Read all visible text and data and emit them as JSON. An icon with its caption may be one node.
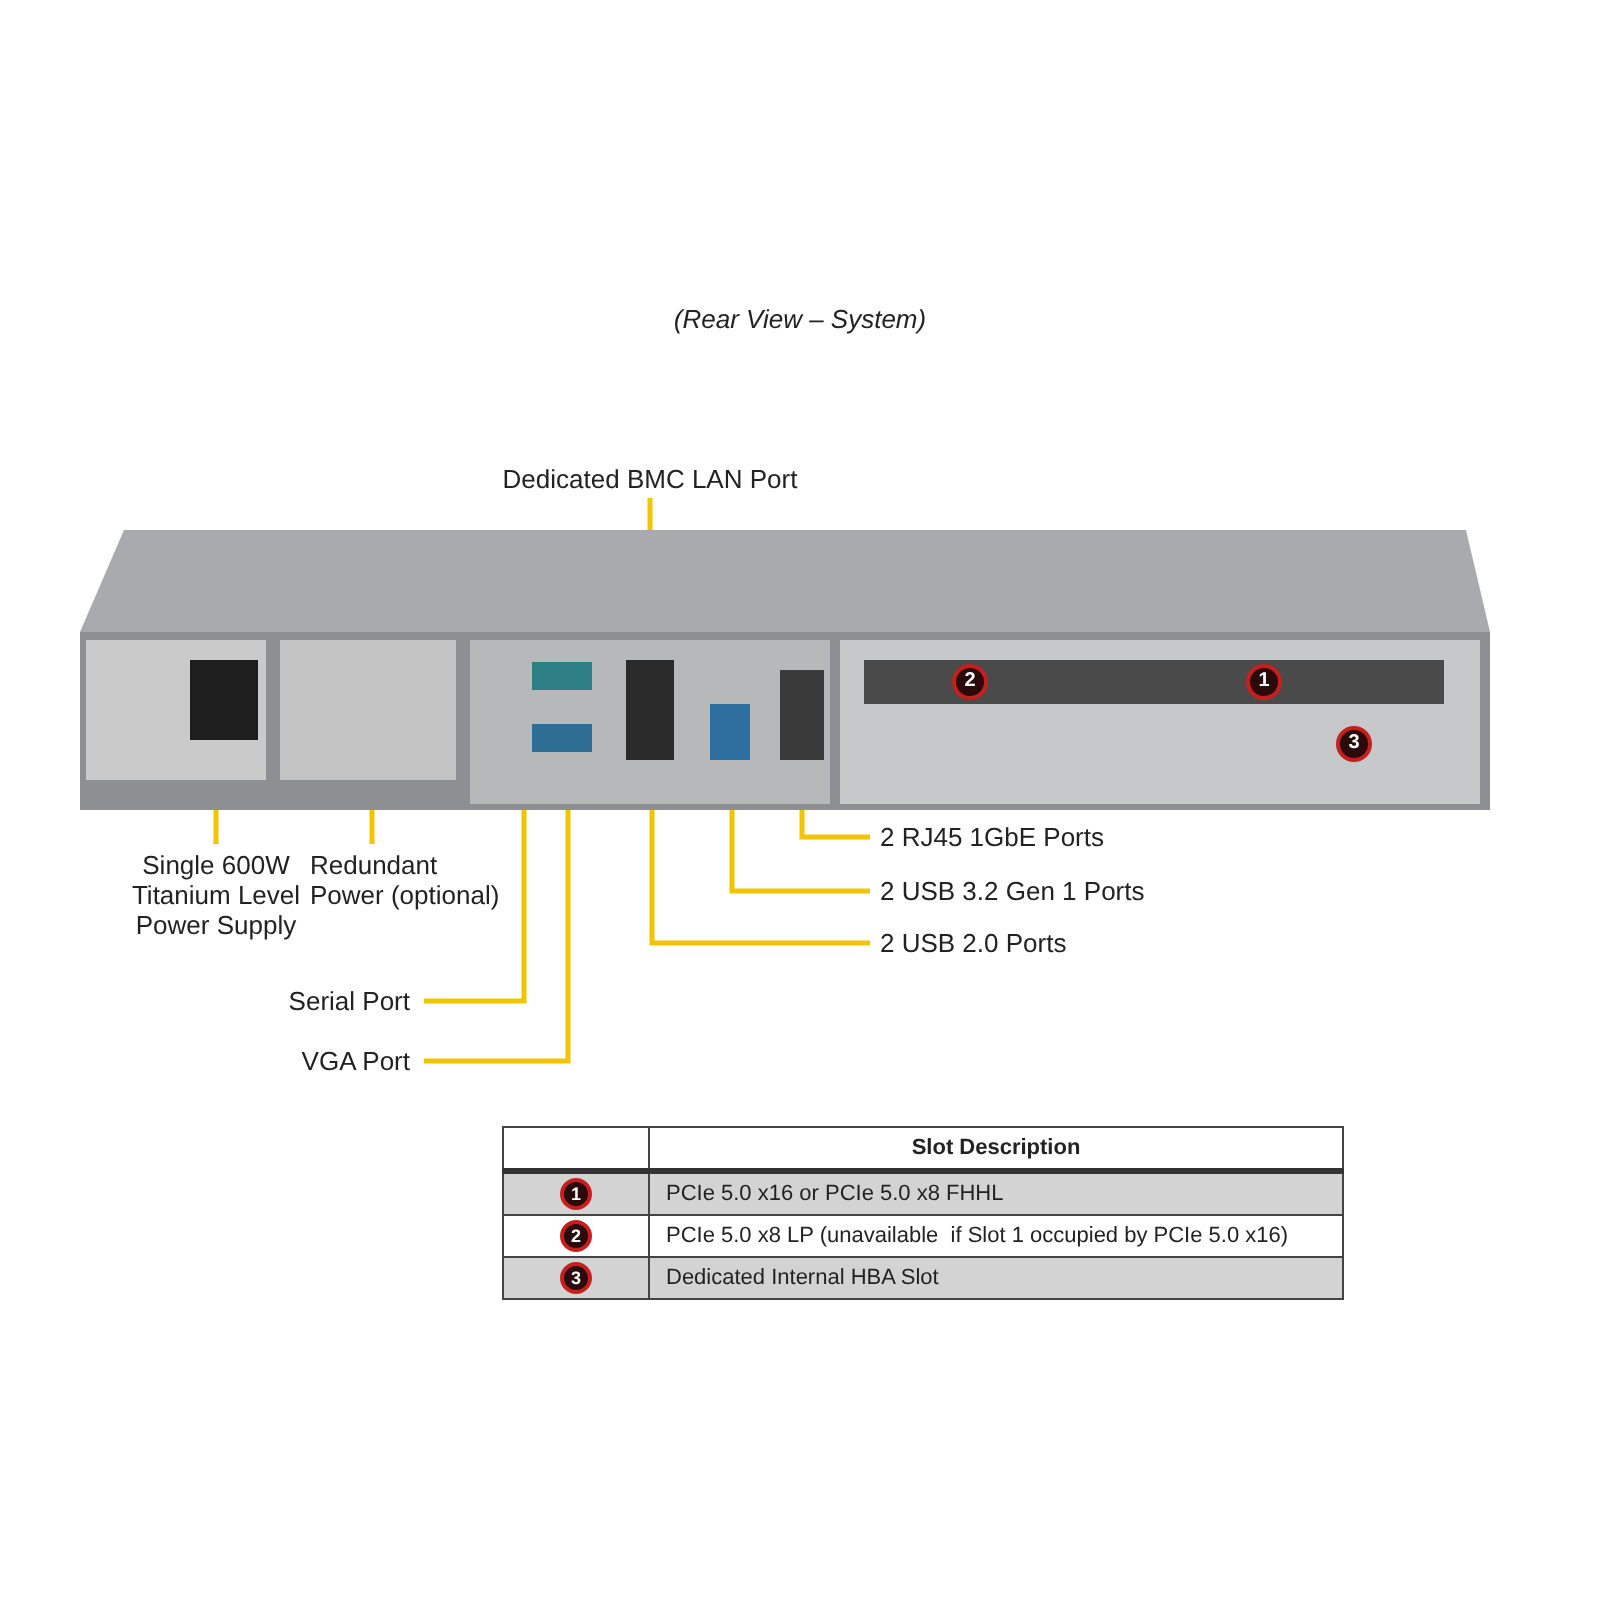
{
  "diagram": {
    "title": "(Rear View – System)",
    "nodes": [
      {
        "text": [],
        "shape": "picture"
      },
      {
        "text": [
          "Dedicated BMC LAN Port"
        ]
      },
      {
        "text": [
          "Single 600W Titanium Level Power Supply"
        ]
      },
      {
        "text": [
          "Redundant Power (optional)"
        ]
      },
      {
        "text": [
          "2 RJ45 1GbE Ports"
        ]
      },
      {
        "text": [
          "2 USB 3.2 Gen 1 Ports"
        ]
      },
      {
        "text": [
          "2 USB 2.0 Ports"
        ]
      },
      {
        "text": [
          "Serial Port"
        ]
      },
      {
        "text": [
          "VGA Port"
        ]
      }
    ],
    "edges": [
      {
        "from": 1,
        "to": 0,
        "arrow": "none"
      },
      {
        "from": 2,
        "to": 0,
        "arrow": "none"
      },
      {
        "from": 3,
        "to": 0,
        "arrow": "none"
      },
      {
        "from": 4,
        "to": 0,
        "arrow": "none"
      },
      {
        "from": 5,
        "to": 0,
        "arrow": "none"
      },
      {
        "from": 6,
        "to": 0,
        "arrow": "none"
      },
      {
        "from": 7,
        "to": 0,
        "arrow": "none"
      },
      {
        "from": 8,
        "to": 0,
        "arrow": "none"
      }
    ],
    "labels": [
      "2",
      "1",
      "3",
      "Slot Description",
      "1",
      "PCIe 5.0 x16 or PCIe 5.0 x8 FHHL",
      "2",
      "PCIe 5.0 x8 LP (unavailable  if Slot 1 occupied by PCIe 5.0 x16)",
      "3",
      "Dedicated Internal HBA Slot"
    ]
  }
}
